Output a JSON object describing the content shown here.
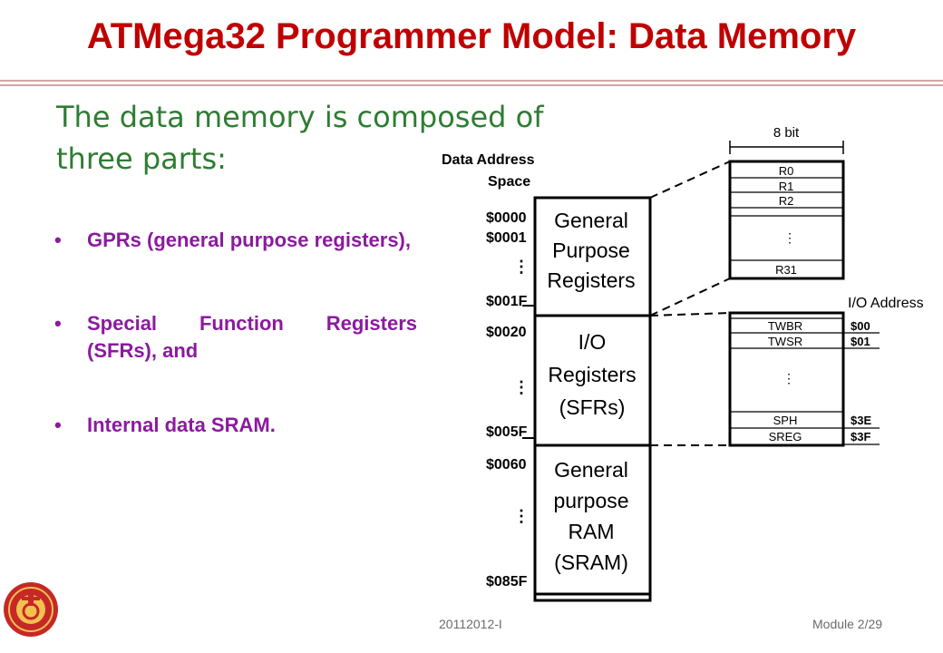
{
  "title": "ATMega32 Programmer Model: Data Memory",
  "intro": "The data memory is composed of three parts:",
  "bullets": [
    "GPRs (general purpose registers),",
    "Special Function Registers (SFRs), and",
    "Internal data SRAM."
  ],
  "diagram": {
    "data_address_space": [
      "Data Address",
      "Space"
    ],
    "blocks": [
      {
        "lines": [
          "General",
          "Purpose",
          "Registers"
        ],
        "start": "$0000",
        "second": "$0001",
        "end": "$001F"
      },
      {
        "lines": [
          "I/O",
          "Registers",
          "(SFRs)"
        ],
        "start": "$0020",
        "end": "$005F"
      },
      {
        "lines": [
          "General",
          "purpose",
          "RAM",
          "(SRAM)"
        ],
        "start": "$0060",
        "end": "$085F"
      }
    ],
    "width_label": "8 bit",
    "gpr_rows": [
      "R0",
      "R1",
      "R2",
      "R31"
    ],
    "io_address_label": "I/O Address",
    "io_rows": [
      {
        "name": "TWBR",
        "addr": "$00"
      },
      {
        "name": "TWSR",
        "addr": "$01"
      },
      {
        "name": "SPH",
        "addr": "$3E"
      },
      {
        "name": "SREG",
        "addr": "$3F"
      }
    ],
    "ellipsis": "⋮"
  },
  "footer": {
    "center": "20112012-I",
    "right": "Module 2/29"
  }
}
